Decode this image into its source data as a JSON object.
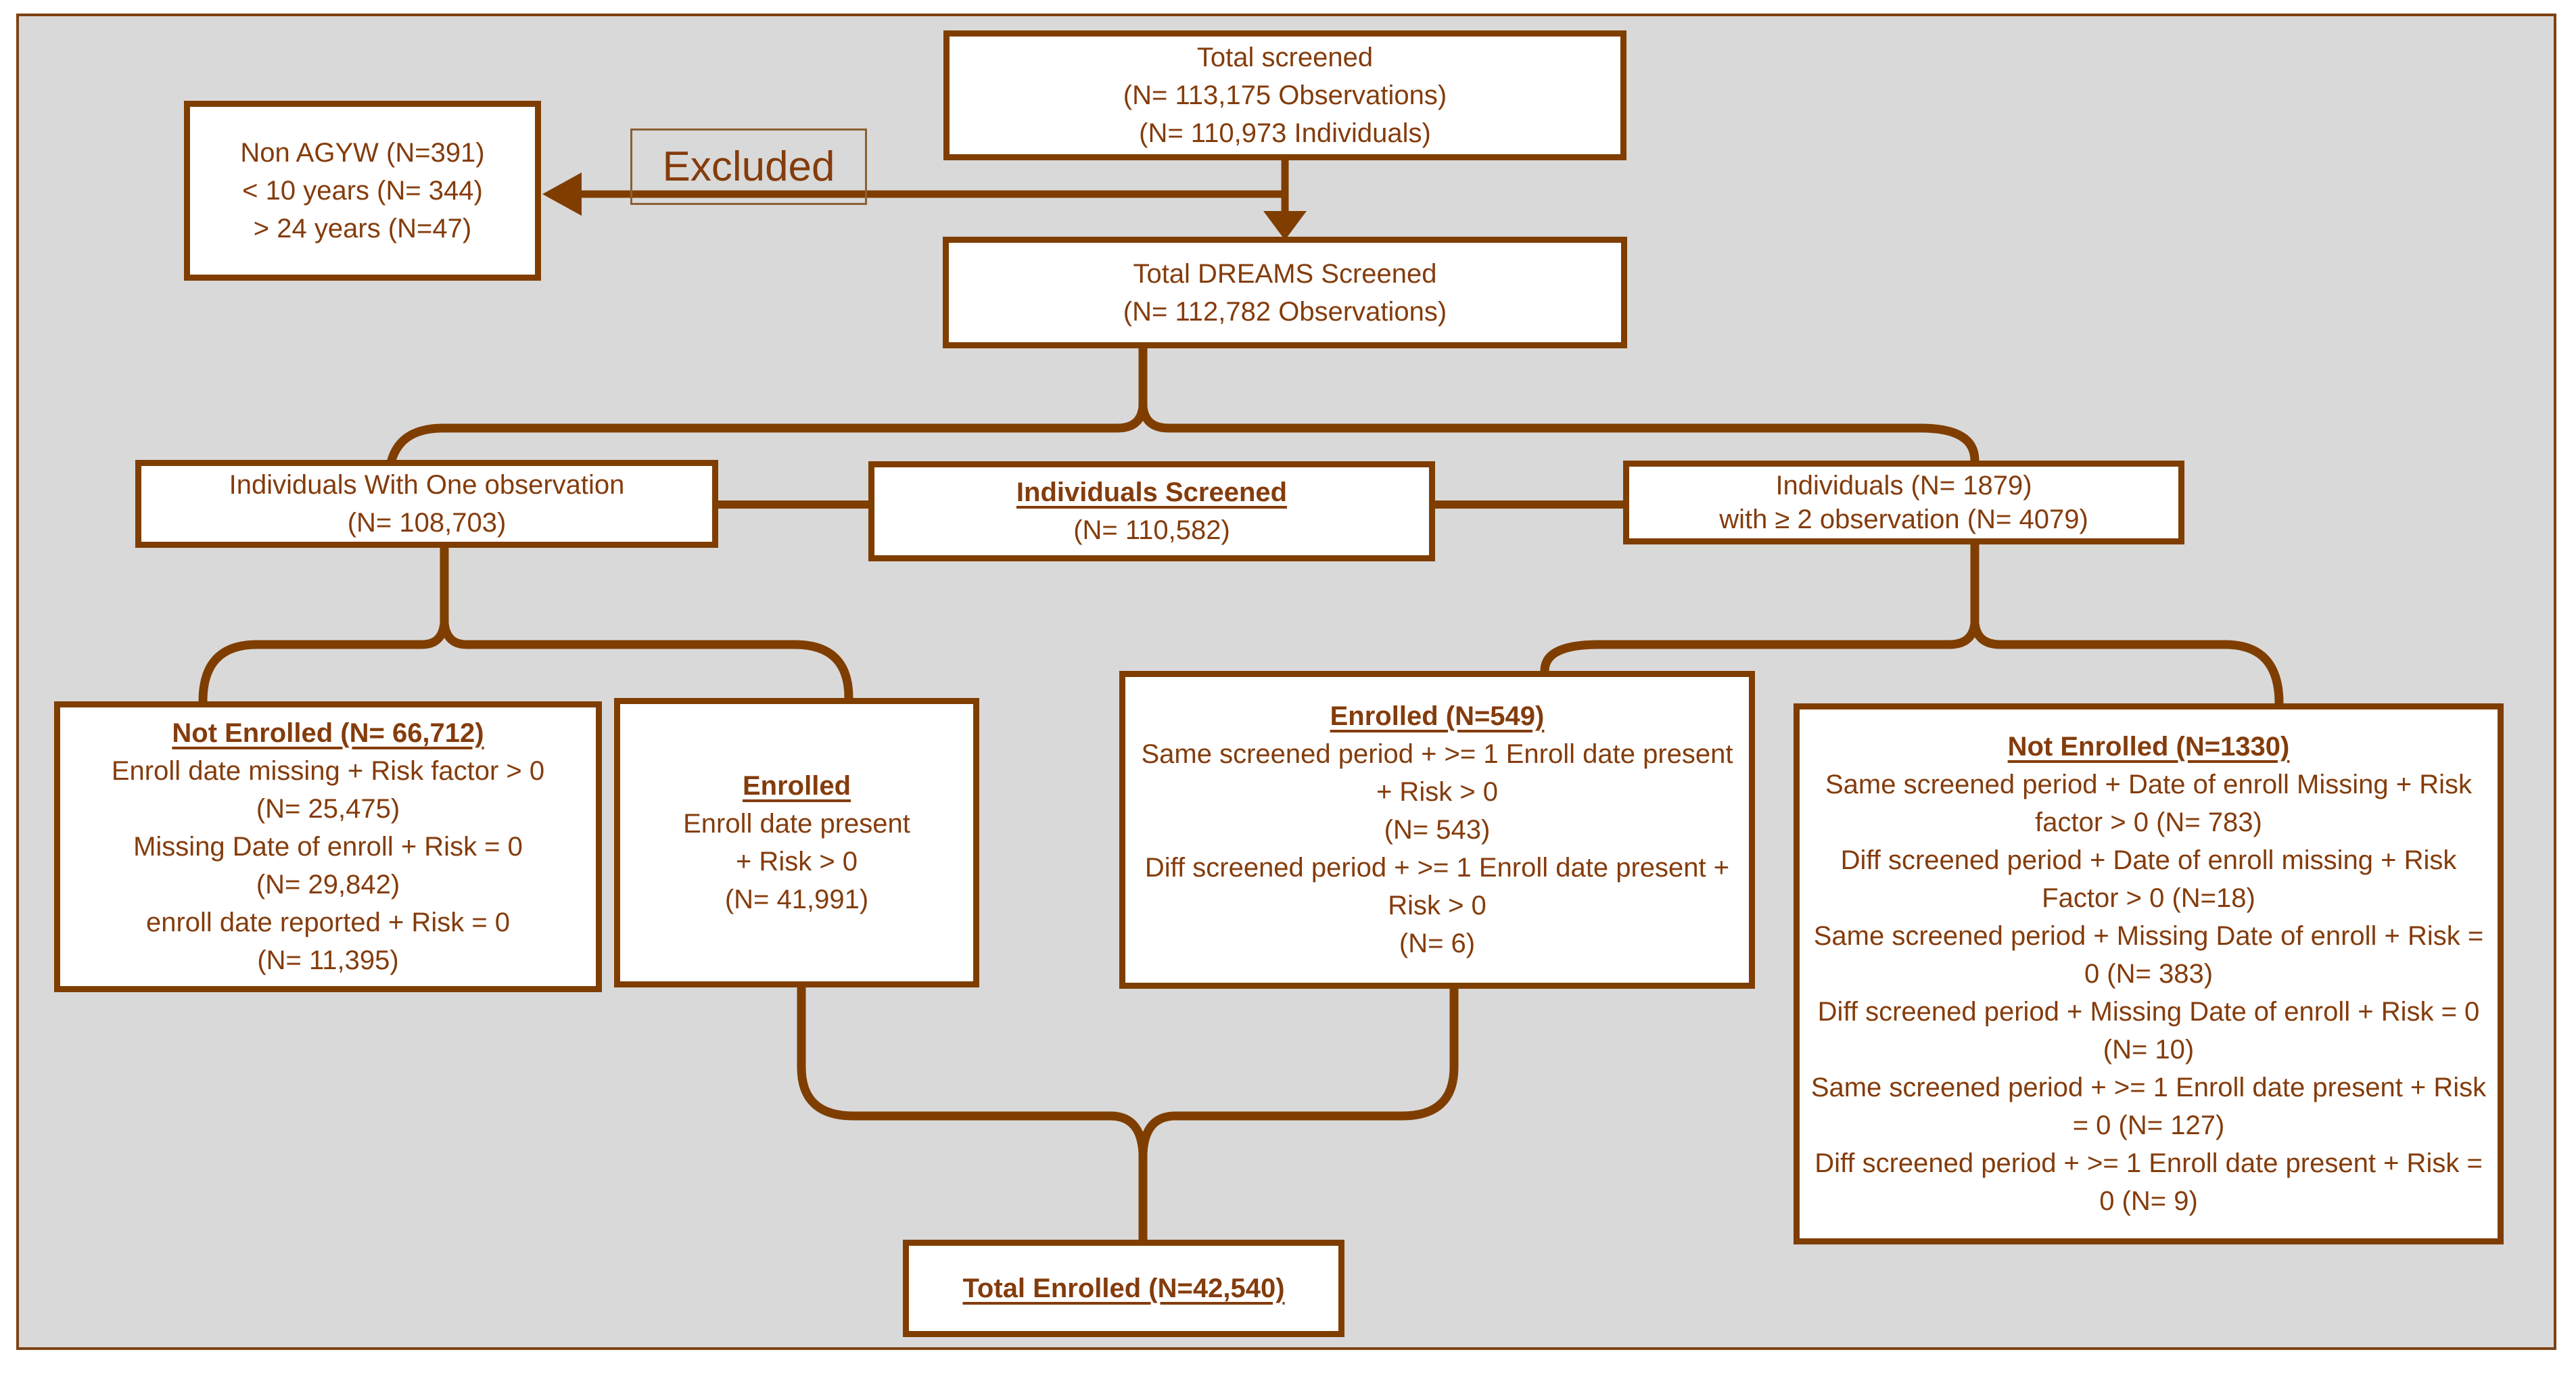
{
  "palette": {
    "canvas_background": "#d9d9d9",
    "box_fill": "#ffffff",
    "box_border": "#7f3e00",
    "connector_brown": "#7f3e00",
    "text_brown": "#843c0c"
  },
  "nodes": {
    "total_screened": {
      "lines": [
        "Total screened",
        "(N= 113,175 Observations)",
        "(N= 110,973 Individuals)"
      ]
    },
    "excluded_label": "Excluded",
    "non_agyw": {
      "lines": [
        "Non AGYW (N=391)",
        "< 10 years (N= 344)",
        "> 24 years (N=47)"
      ]
    },
    "dreams_screened": {
      "lines": [
        "Total  DREAMS Screened",
        "(N= 112,782 Observations)"
      ]
    },
    "one_observation": {
      "lines": [
        "Individuals With One observation",
        "(N= 108,703)"
      ]
    },
    "individuals_screened": {
      "title": "Individuals Screened",
      "lines": [
        "(N= 110,582)"
      ]
    },
    "two_plus_observation": {
      "lines": [
        "Individuals (N= 1879)",
        "with ≥ 2 observation (N= 4079)"
      ]
    },
    "not_enrolled_single": {
      "title": "Not Enrolled (N= 66,712)",
      "lines": [
        "Enroll date missing + Risk factor > 0",
        "(N= 25,475)",
        "Missing Date of enroll + Risk = 0",
        "(N= 29,842)",
        "enroll date reported + Risk = 0",
        "(N= 11,395)"
      ]
    },
    "enrolled_single": {
      "title": "Enrolled",
      "lines": [
        "Enroll date present",
        "+ Risk > 0",
        "(N= 41,991)"
      ]
    },
    "enrolled_multi": {
      "title": "Enrolled (N=549)",
      "lines": [
        "Same screened period + >= 1 Enroll date present + Risk > 0",
        "(N= 543)",
        "Diff screened period + >= 1 Enroll date present + Risk > 0",
        "(N= 6)"
      ]
    },
    "not_enrolled_multi": {
      "title": "Not Enrolled (N=1330)",
      "lines": [
        "Same screened period + Date of enroll Missing + Risk factor > 0 (N= 783)",
        "Diff screened period + Date of enroll missing + Risk Factor > 0 (N=18)",
        "Same screened period + Missing Date of enroll + Risk = 0 (N= 383)",
        "Diff screened period + Missing Date of enroll + Risk = 0 (N= 10)",
        "Same screened period + >= 1 Enroll date present + Risk = 0 (N= 127)",
        "Diff screened period + >= 1 Enroll date present + Risk = 0 (N= 9)"
      ]
    },
    "total_enrolled": {
      "title": "Total Enrolled (N=42,540)"
    }
  }
}
